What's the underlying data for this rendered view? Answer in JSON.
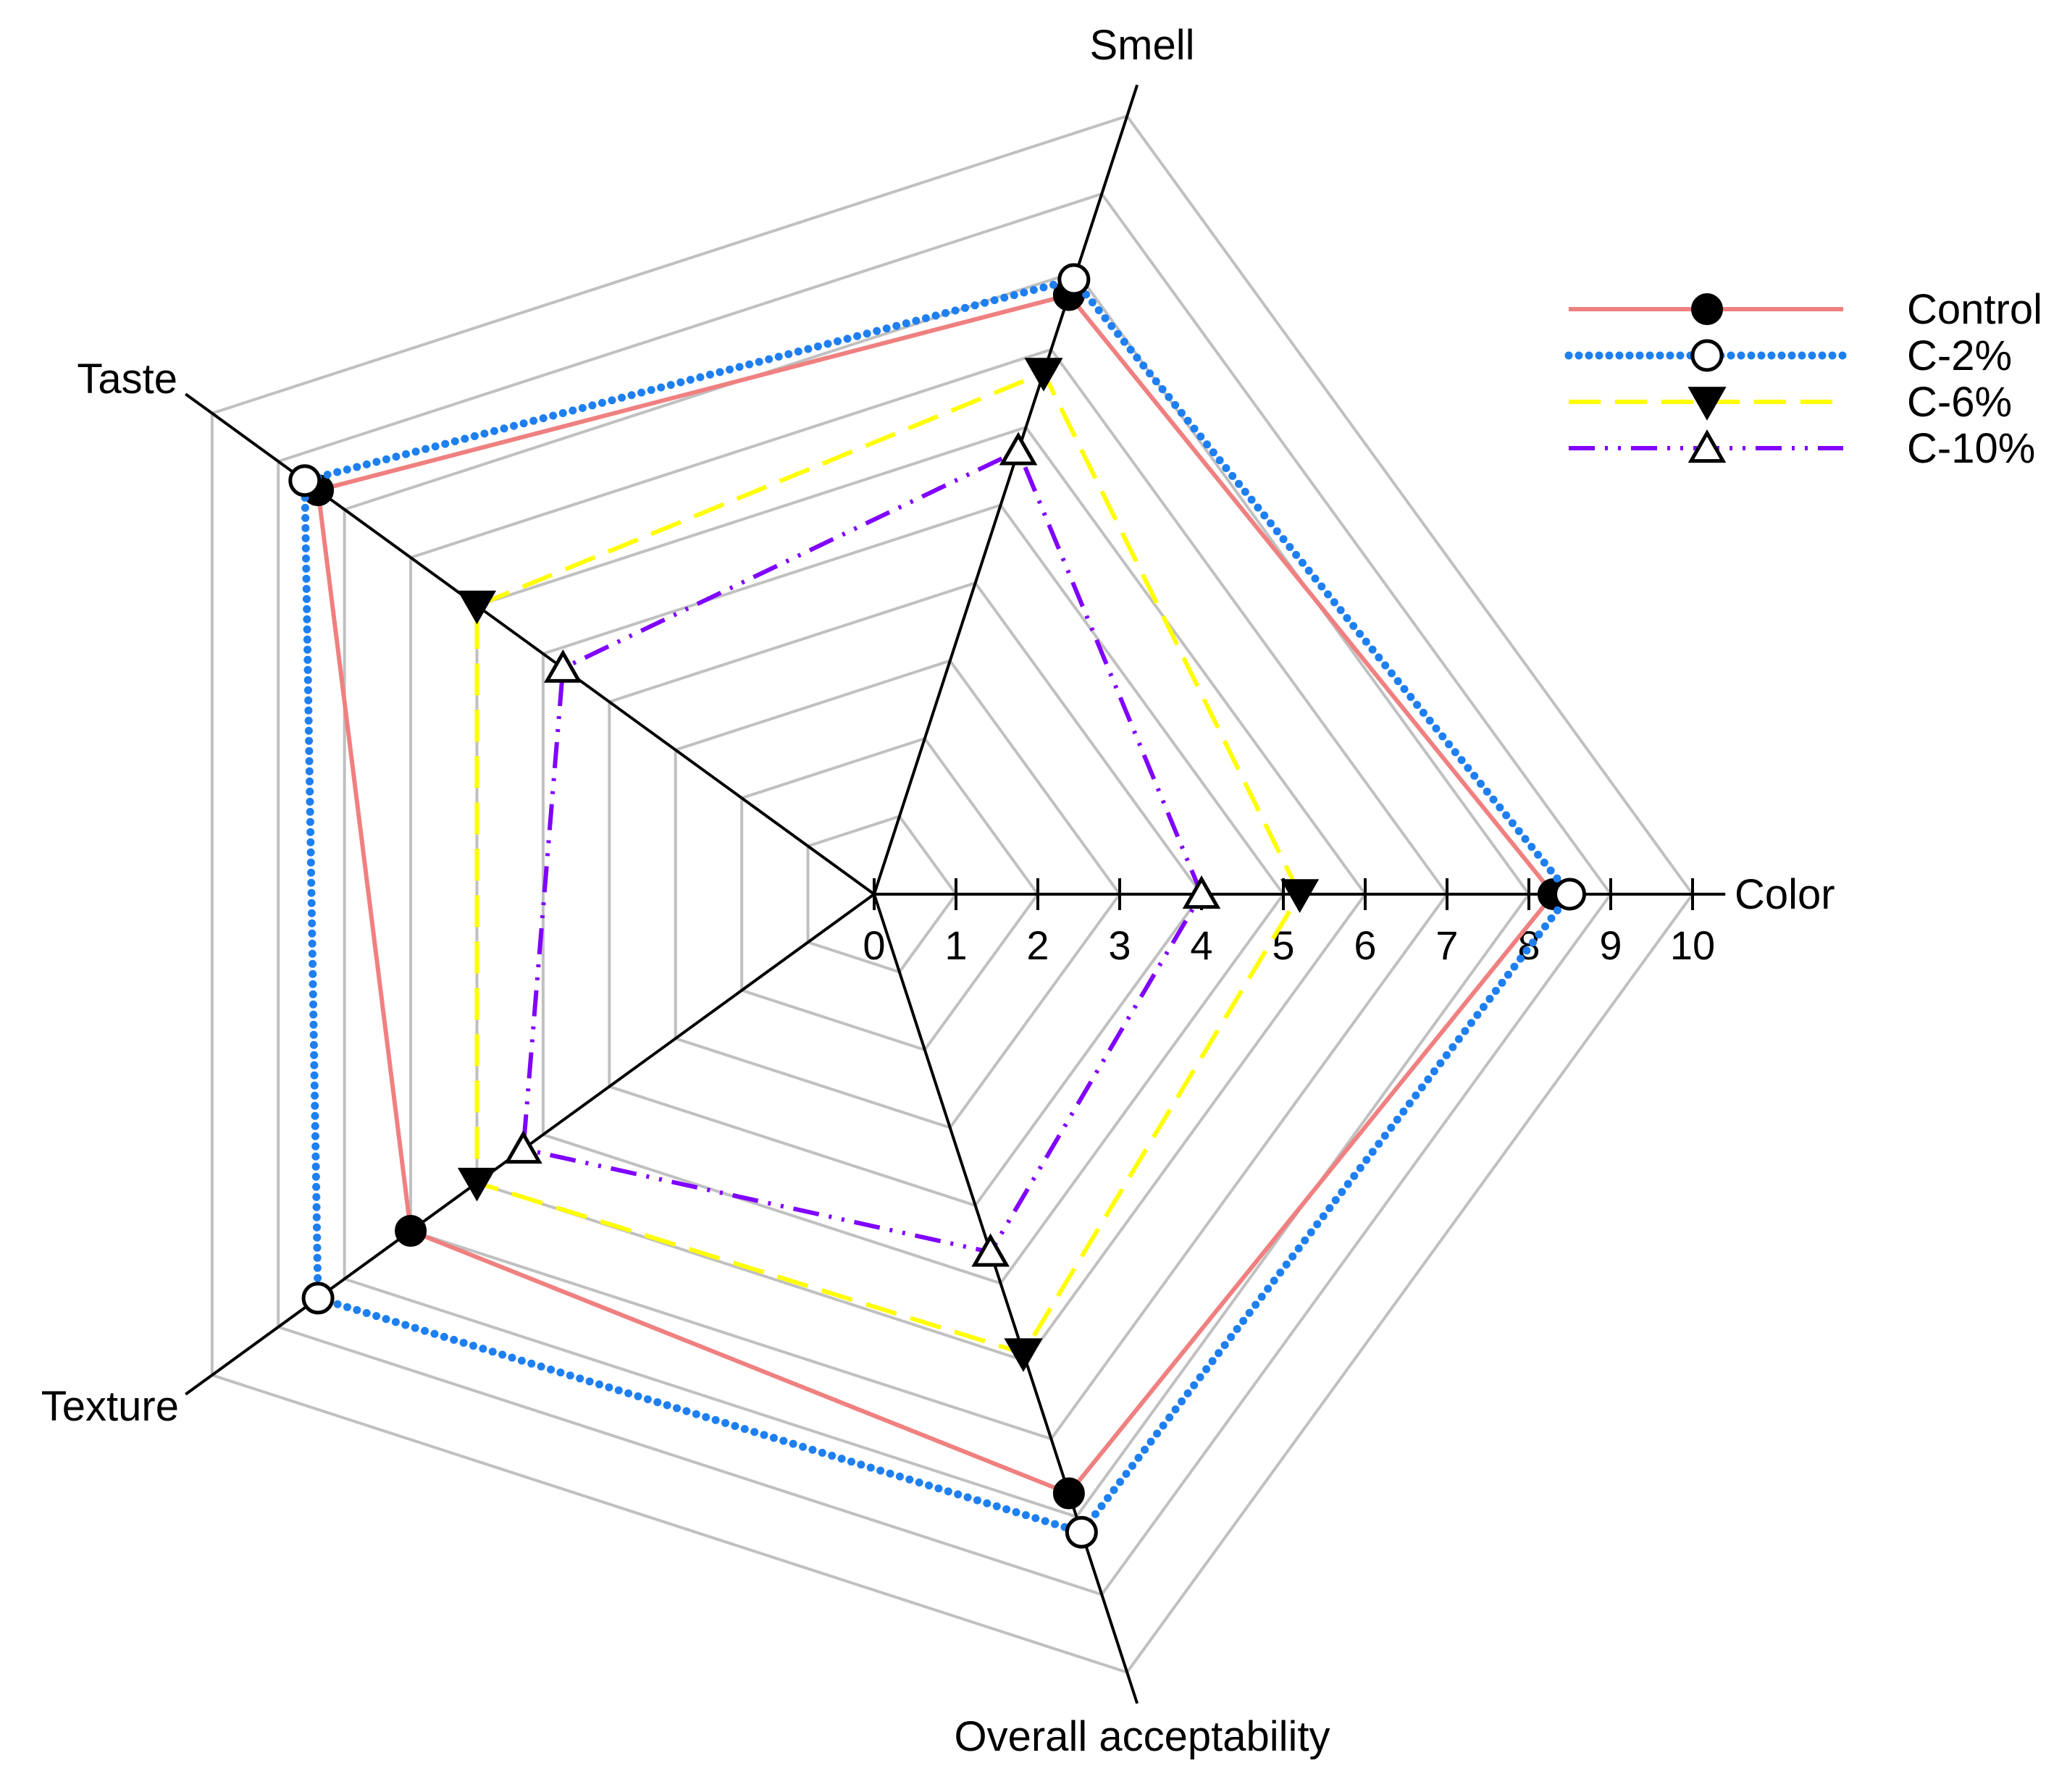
{
  "chart_data": {
    "type": "radar",
    "title": "",
    "axes": [
      "Color",
      "Smell",
      "Taste",
      "Texture",
      "Overall acceptability"
    ],
    "rlim": [
      0,
      10
    ],
    "r_ticks": [
      "0",
      "1",
      "2",
      "3",
      "4",
      "5",
      "6",
      "7",
      "8",
      "9",
      "10"
    ],
    "grid": true,
    "legend_position": "top-right",
    "series": [
      {
        "name": "Control",
        "values": [
          8.3,
          7.7,
          8.4,
          7.0,
          7.7
        ],
        "color": "#f08080",
        "dash": "solid",
        "marker": "filled-circle"
      },
      {
        "name": "C-2%",
        "values": [
          8.5,
          7.9,
          8.6,
          8.4,
          8.2
        ],
        "color": "#1e7ff0",
        "dash": "dotted",
        "marker": "open-circle"
      },
      {
        "name": "C-6%",
        "values": [
          5.2,
          6.7,
          6.0,
          6.0,
          5.9
        ],
        "color": "#ffff00",
        "dash": "dashed",
        "marker": "filled-triangle-down"
      },
      {
        "name": "C-10%",
        "values": [
          4.0,
          5.7,
          4.7,
          5.3,
          4.6
        ],
        "color": "#8000ff",
        "dash": "dash-dot-dot",
        "marker": "open-triangle-up"
      }
    ]
  }
}
